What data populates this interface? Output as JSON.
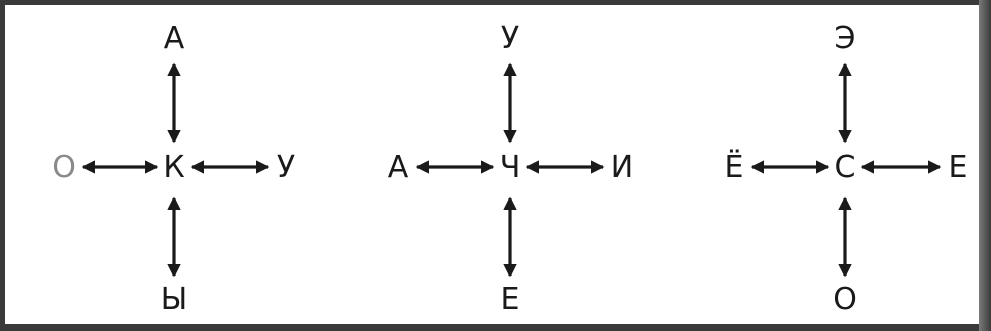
{
  "groups": [
    {
      "center": "К",
      "top": "А",
      "bottom": "Ы",
      "left": "О",
      "right": "У"
    },
    {
      "center": "Ч",
      "top": "У",
      "bottom": "Е",
      "left": "А",
      "right": "И"
    },
    {
      "center": "С",
      "top": "Э",
      "bottom": "О",
      "left": "Ё",
      "right": "Е"
    }
  ]
}
